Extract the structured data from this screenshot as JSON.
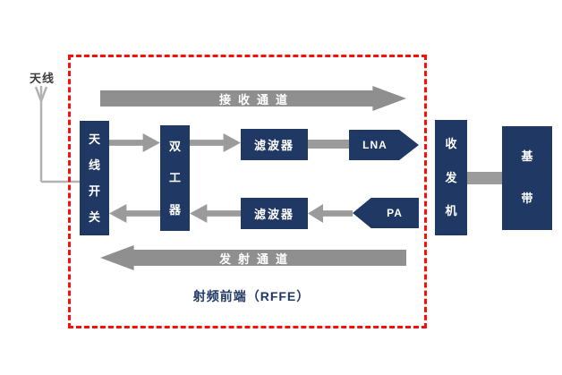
{
  "colors": {
    "block_navy": "#1F3864",
    "arrow_gray": "#8F8F8F",
    "boundary_red": "#FE0B0B",
    "block_text": "#FFFFFF"
  },
  "diagram": {
    "antenna_label": "天线",
    "receive_channel_label": "接收通道",
    "transmit_channel_label": "发射通道",
    "rffe_caption": "射频前端（RFFE）",
    "blocks": {
      "antenna_switch": "天线开关",
      "duplexer": "双工器",
      "filter_rx": "滤波器",
      "filter_tx": "滤波器",
      "lna": "LNA",
      "pa": "PA",
      "transceiver": "收发机",
      "baseband": "基带"
    }
  }
}
